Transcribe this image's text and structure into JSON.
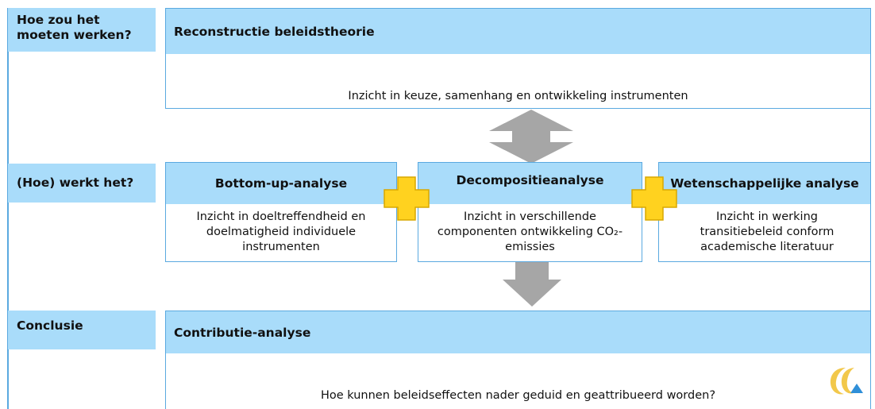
{
  "rows": {
    "top_label": "Hoe zou het moeten werken?",
    "middle_label": "(Hoe) werkt het?",
    "bottom_label": "Conclusie"
  },
  "top_box": {
    "title": "Reconstructie beleidstheorie",
    "text": "Inzicht in keuze, samenhang en ontwikkeling instrumenten"
  },
  "analyses": [
    {
      "title": "Bottom-up-analyse",
      "text": "Inzicht in doeltreffendheid en doelmatigheid individuele instrumenten"
    },
    {
      "title": "Decompositieanalyse",
      "text": "Inzicht in verschillende componenten ontwikkeling CO₂-emissies"
    },
    {
      "title": "Wetenschappelijke analyse",
      "text": "Inzicht in werking transitiebeleid conform academische literatuur"
    }
  ],
  "bottom_box": {
    "title": "Contributie-analyse",
    "text": "Hoe kunnen beleidseffecten nader geduid en geattribueerd worden?"
  },
  "colors": {
    "label_fill": "#a9dcfa",
    "frame_border": "#5aa9e0",
    "arrow": "#a6a6a6",
    "plus": "#ffd21f",
    "plus_border": "#d9a800"
  },
  "icons": {
    "arrows": "double-arrow-icon",
    "plus": "plus-icon",
    "logo": "logo-icon"
  }
}
